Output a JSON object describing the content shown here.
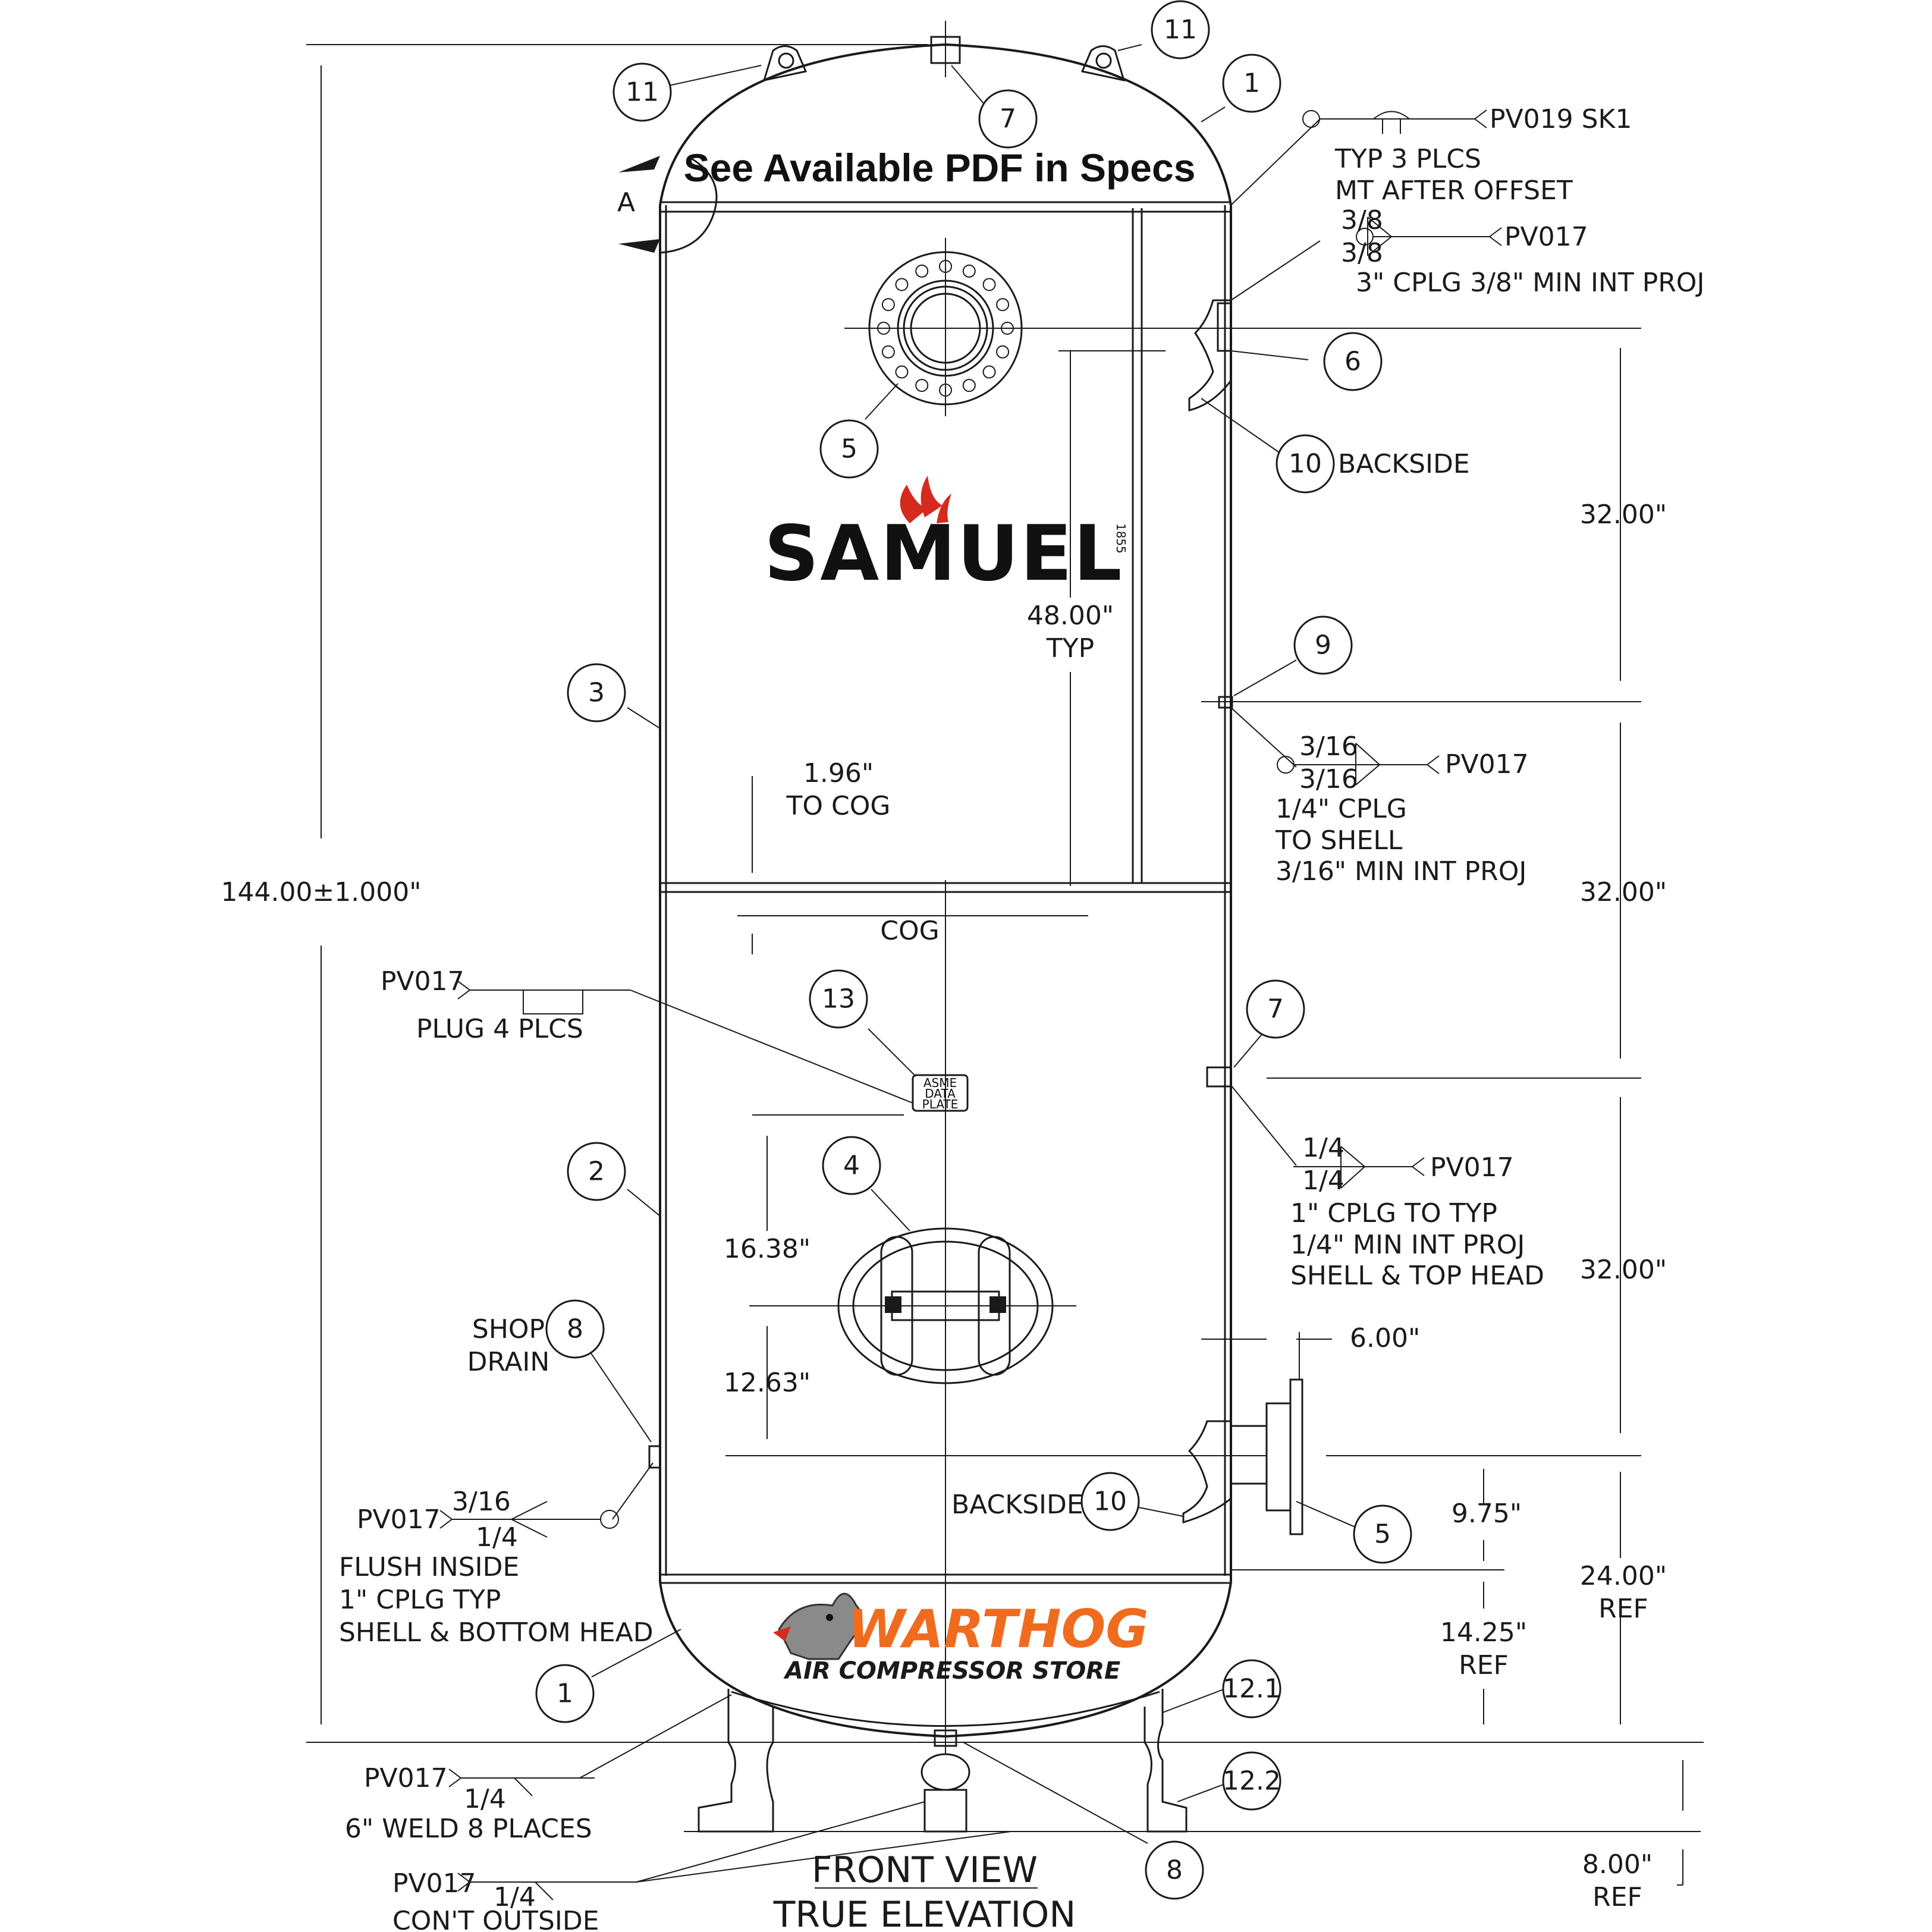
{
  "banner": "See Available PDF in Specs",
  "view_label": "A",
  "title": {
    "line1": "FRONT VIEW",
    "line2": "TRUE ELEVATION"
  },
  "logos": {
    "samuel": "SAMUEL",
    "samuel_year": "1855",
    "warthog": "WARTHOG",
    "warthog_sub": "AIR COMPRESSOR STORE"
  },
  "data_plate": [
    "ASME",
    "DATA",
    "PLATE"
  ],
  "dimensions": {
    "overall": "144.00±1.000\"",
    "d48": "48.00\"",
    "d48_sub": "TYP",
    "cog_off": "1.96\"",
    "cog_off_sub": "TO COG",
    "cog": "COG",
    "d16": "16.38\"",
    "d12": "12.63\"",
    "s32a": "32.00\"",
    "s32b": "32.00\"",
    "s32c": "32.00\"",
    "d6": "6.00\"",
    "d975": "9.75\"",
    "d1425": "14.25\"",
    "d1425_sub": "REF",
    "d24": "24.00\"",
    "d24_sub": "REF",
    "d8": "8.00\"",
    "d8_sub": "REF"
  },
  "balloons": {
    "b11l": "11",
    "b11r": "11",
    "b7t": "7",
    "b1t": "1",
    "b5t": "5",
    "b6": "6",
    "b10t": "10",
    "b9": "9",
    "b3": "3",
    "b13": "13",
    "b7m": "7",
    "b2": "2",
    "b4": "4",
    "b8l": "8",
    "b10b": "10",
    "b5b": "5",
    "b1b": "1",
    "b121": "12.1",
    "b122": "12.2",
    "b8b": "8"
  },
  "callouts": {
    "pv019": "PV019 SK1",
    "typ3": "TYP 3 PLCS",
    "mt": "MT AFTER OFFSET",
    "w38a": "3/8",
    "w38b": "3/8",
    "pv017_1": "PV017",
    "cplg3": "3\" CPLG 3/8\" MIN INT PROJ",
    "backside_t": "BACKSIDE",
    "w316a": "3/16",
    "w316b": "3/16",
    "pv017_2": "PV017",
    "cplg14a": "1/4\" CPLG",
    "cplg14b": "TO SHELL",
    "cplg14c": "3/16\" MIN INT PROJ",
    "pv017_3": "PV017",
    "plug": "PLUG 4 PLCS",
    "w14a": "1/4",
    "w14b": "1/4",
    "pv017_4": "PV017",
    "c1a": "1\" CPLG TO TYP",
    "c1b": "1/4\" MIN INT PROJ",
    "c1c": "SHELL & TOP HEAD",
    "shop1": "SHOP",
    "shop2": "DRAIN",
    "pv017_5": "PV017",
    "w316c": "3/16",
    "w14c": "1/4",
    "flush1": "FLUSH INSIDE",
    "flush2": "1\" CPLG TYP",
    "flush3": "SHELL & BOTTOM HEAD",
    "backside_b": "BACKSIDE",
    "pv017_6": "PV017",
    "w14d": "1/4",
    "weld6": "6\" WELD 8 PLACES",
    "pv017_7": "PV017",
    "w14e": "1/4",
    "contout": "CON'T OUTSIDE"
  },
  "colors": {
    "line": "#1a1a1a",
    "logo_red": "#d62a1e",
    "warthog_orange": "#ef6c1f"
  }
}
